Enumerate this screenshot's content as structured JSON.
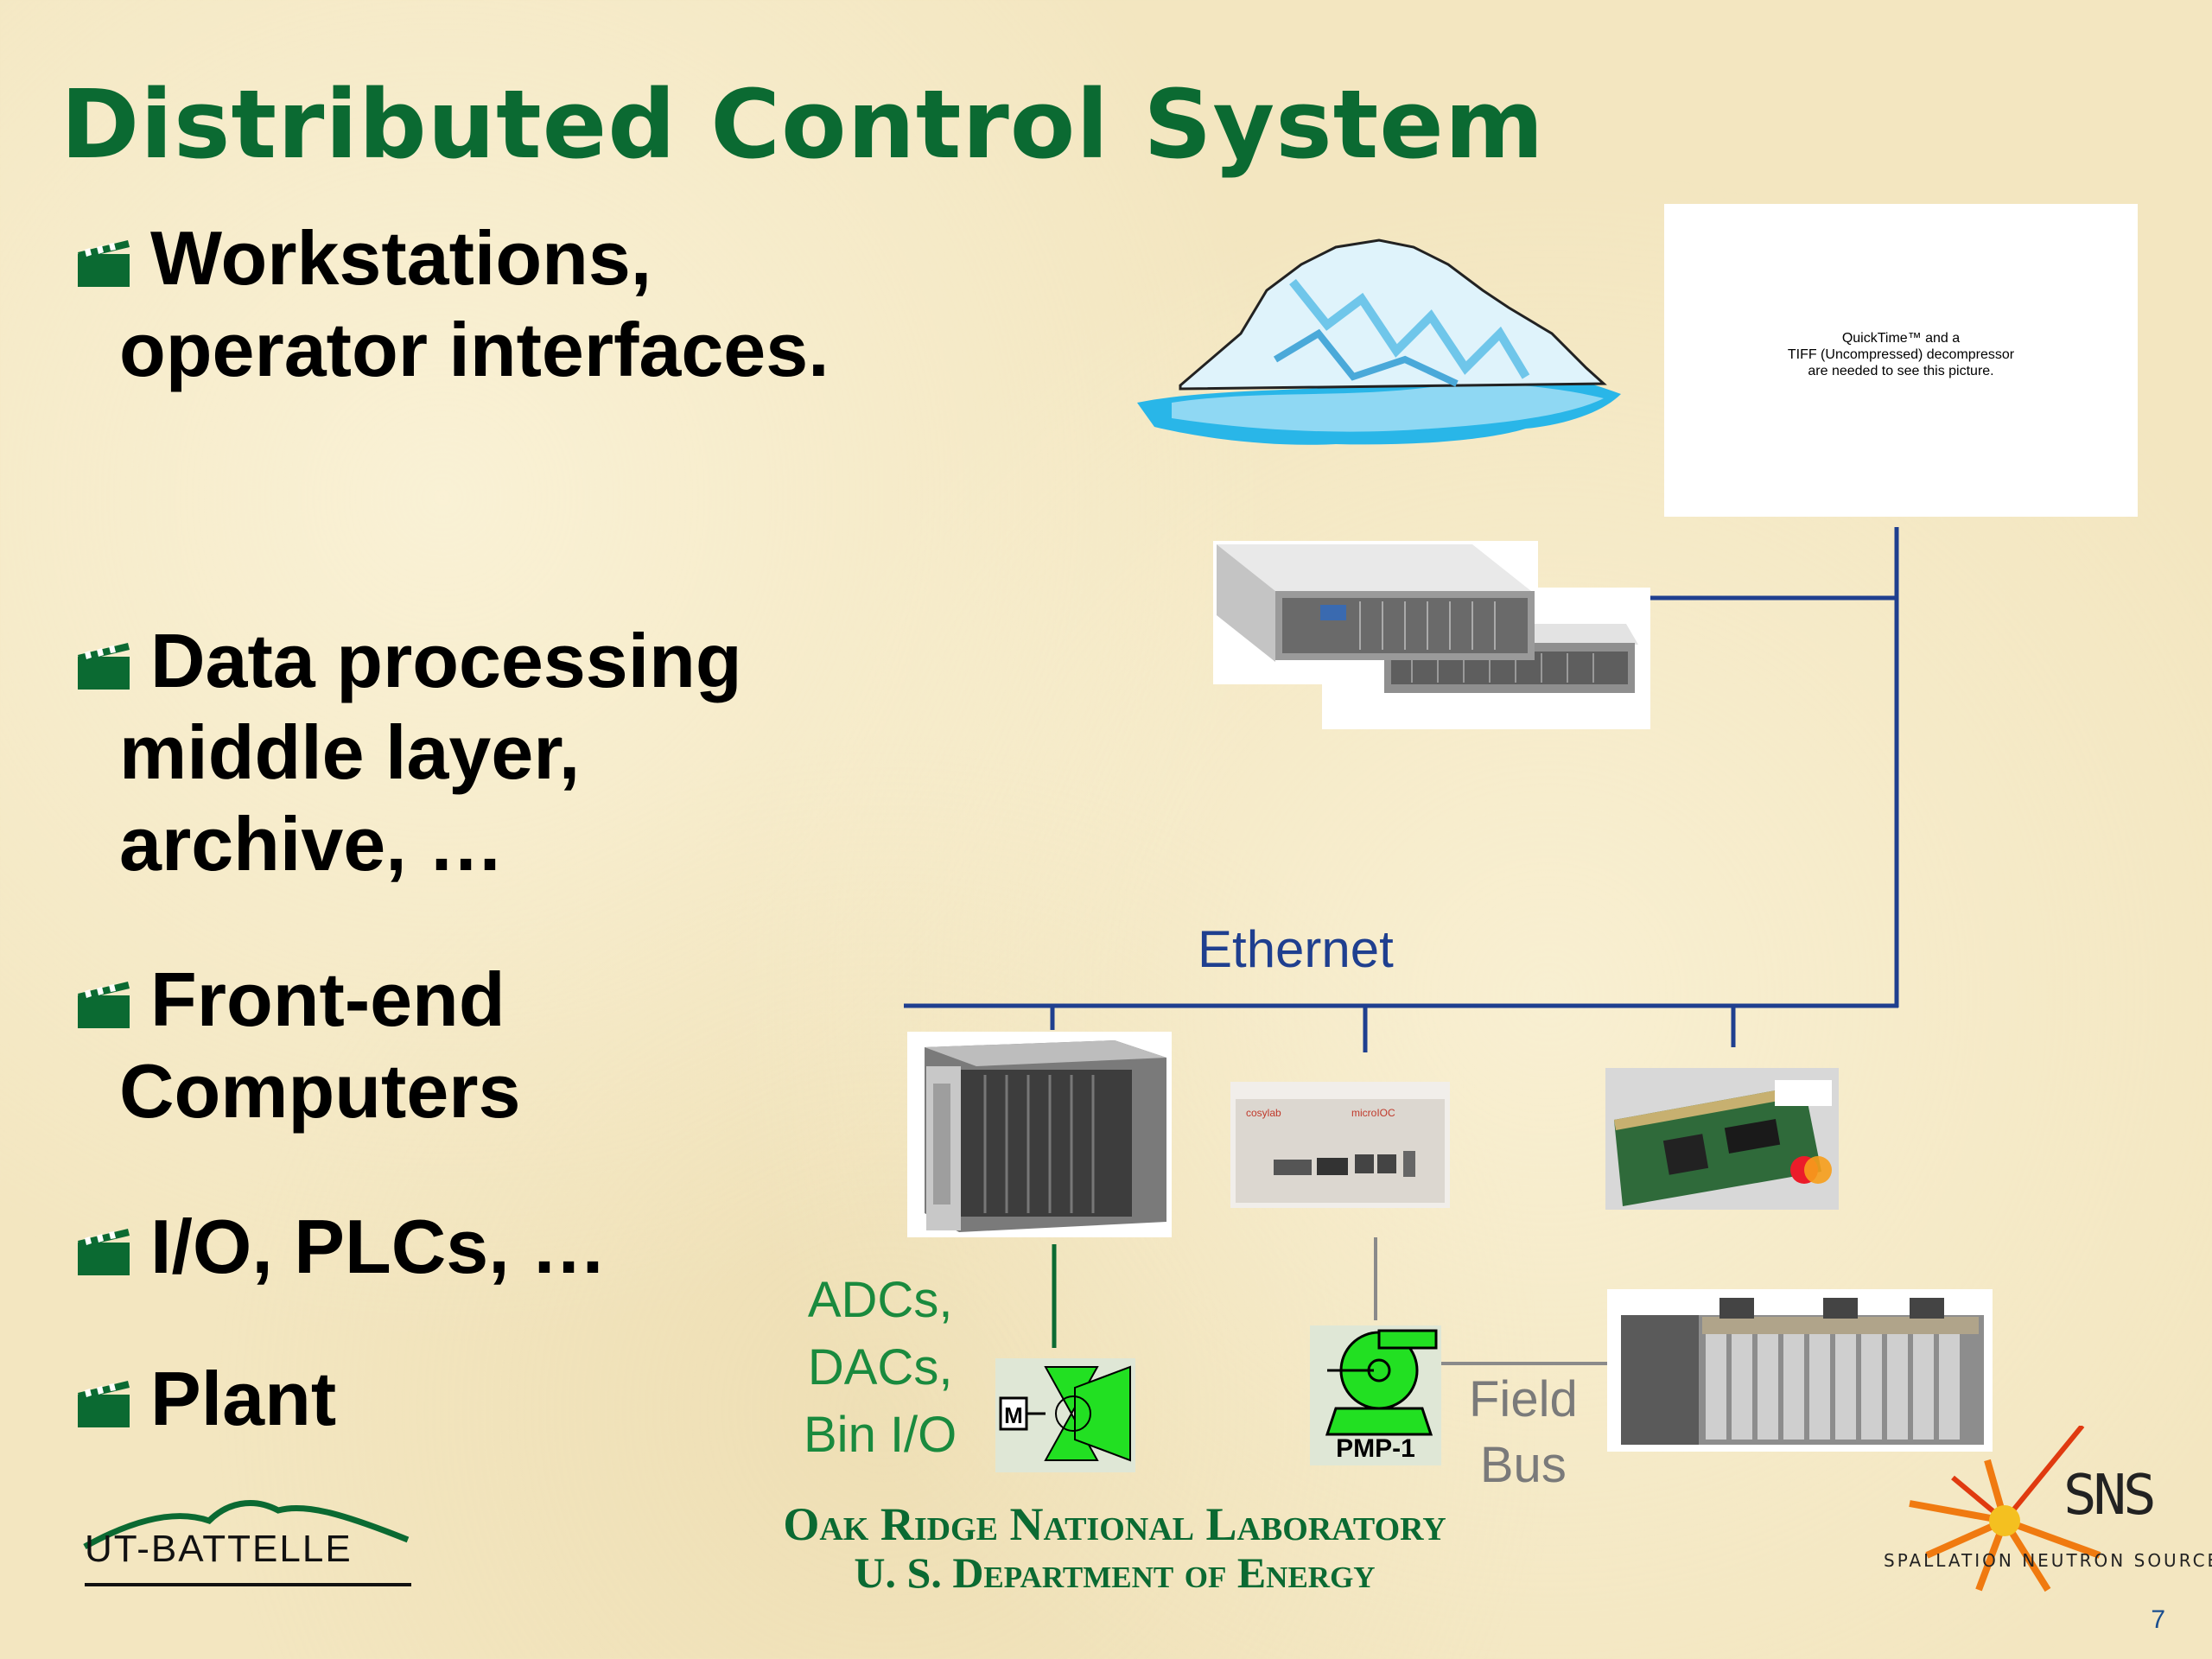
{
  "slide": {
    "title": "Distributed Control System",
    "bullets": [
      {
        "lines": [
          "Workstations,",
          "operator interfaces."
        ]
      },
      {
        "lines": [
          "Data processing",
          "middle layer,",
          "archive, …"
        ]
      },
      {
        "lines": [
          "Front-end",
          "Computers"
        ]
      },
      {
        "lines": [
          "I/O, PLCs, …"
        ]
      },
      {
        "lines": [
          "Plant"
        ]
      }
    ],
    "bullet_icon": "clapperboard-icon",
    "page_number": "7"
  },
  "diagram": {
    "network_label": "Ethernet",
    "io_label_lines": [
      "ADCs,",
      "DACs,",
      "Bin I/O"
    ],
    "fieldbus_label_lines": [
      "Field",
      "Bus"
    ],
    "pump_label": "PMP-1",
    "motor_label": "M",
    "quicktime_placeholder_lines": [
      "QuickTime™ and a",
      "TIFF (Uncompressed) decompressor",
      "are needed to see this picture."
    ],
    "chassis_labels": [
      "cosylab",
      "microIOC"
    ]
  },
  "footer": {
    "lab_name": "Oak Ridge National Laboratory",
    "department": "U. S. Department of Energy",
    "left_logo_text": "UT-BATTELLE",
    "right_logo_text": "SNS",
    "right_logo_subtext": "SPALLATION NEUTRON SOURCE"
  },
  "colors": {
    "title": "#0b6a32",
    "network_line": "#1f3f8f",
    "io_line": "#0b6a32",
    "fieldbus_line": "#8a8a8a",
    "background": "#f3e6c0"
  }
}
